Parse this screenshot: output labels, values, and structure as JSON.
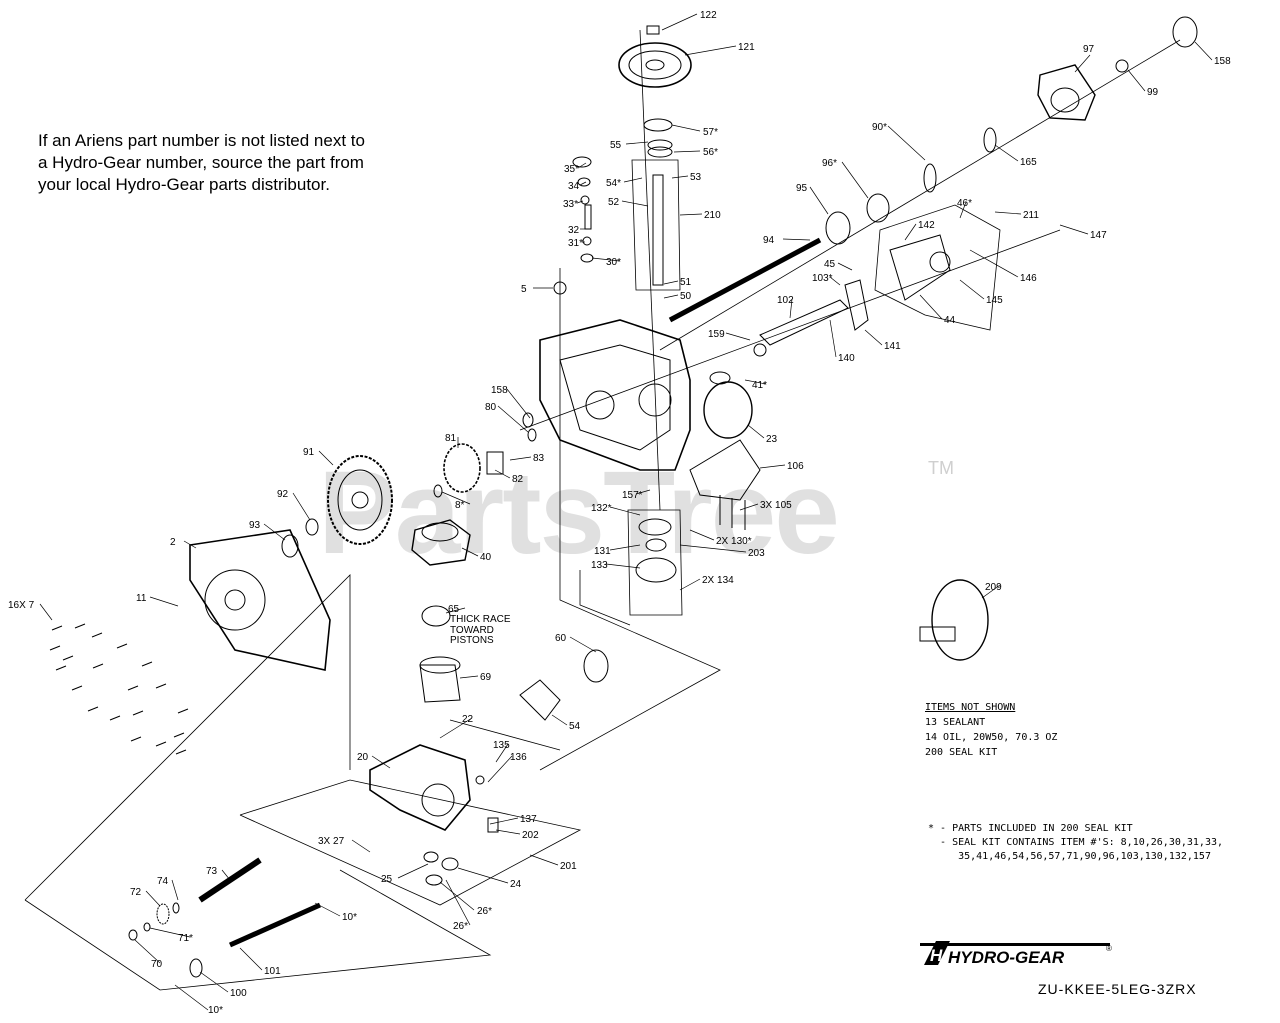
{
  "note": {
    "lines": [
      "If an Ariens part number is not listed next to",
      "a Hydro-Gear number, source the part from",
      "your local Hydro-Gear parts distributor."
    ]
  },
  "watermark": {
    "text": "PartsTree",
    "tm": "TM"
  },
  "items_not_shown": {
    "header": "ITEMS NOT SHOWN",
    "items": [
      "13 SEALANT",
      "14 OIL, 20W50, 70.3 OZ",
      "200 SEAL KIT"
    ]
  },
  "legend": {
    "lines": [
      "* - PARTS INCLUDED IN 200 SEAL KIT",
      "  - SEAL KIT CONTAINS ITEM #'S: 8,10,26,30,31,33,",
      "     35,41,46,54,56,57,71,90,96,103,130,132,157"
    ]
  },
  "brand": {
    "logo_letter": "H",
    "logo_text": "HYDRO-GEAR",
    "reg": "®"
  },
  "model_code": "ZU-KKEE-5LEG-3ZRX",
  "callouts": [
    {
      "label": "122"
    },
    {
      "label": "121"
    },
    {
      "label": "57*"
    },
    {
      "label": "55"
    },
    {
      "label": "56*"
    },
    {
      "label": "35*"
    },
    {
      "label": "34"
    },
    {
      "label": "33*"
    },
    {
      "label": "54*"
    },
    {
      "label": "53"
    },
    {
      "label": "52"
    },
    {
      "label": "210"
    },
    {
      "label": "32"
    },
    {
      "label": "31*"
    },
    {
      "label": "30*"
    },
    {
      "label": "5"
    },
    {
      "label": "51"
    },
    {
      "label": "50"
    },
    {
      "label": "97"
    },
    {
      "label": "158"
    },
    {
      "label": "99"
    },
    {
      "label": "90*"
    },
    {
      "label": "165"
    },
    {
      "label": "96*"
    },
    {
      "label": "95"
    },
    {
      "label": "94"
    },
    {
      "label": "142"
    },
    {
      "label": "46*"
    },
    {
      "label": "211"
    },
    {
      "label": "147"
    },
    {
      "label": "45"
    },
    {
      "label": "103*"
    },
    {
      "label": "146"
    },
    {
      "label": "145"
    },
    {
      "label": "102"
    },
    {
      "label": "44"
    },
    {
      "label": "159"
    },
    {
      "label": "141"
    },
    {
      "label": "140"
    },
    {
      "label": "41*"
    },
    {
      "label": "23"
    },
    {
      "label": "158"
    },
    {
      "label": "80"
    },
    {
      "label": "81"
    },
    {
      "label": "83"
    },
    {
      "label": "82"
    },
    {
      "label": "106"
    },
    {
      "label": "91"
    },
    {
      "label": "92"
    },
    {
      "label": "8*"
    },
    {
      "label": "93"
    },
    {
      "label": "157*"
    },
    {
      "label": "3X 105"
    },
    {
      "label": "132*"
    },
    {
      "label": "2X 130*"
    },
    {
      "label": "2"
    },
    {
      "label": "40"
    },
    {
      "label": "131"
    },
    {
      "label": "203"
    },
    {
      "label": "133"
    },
    {
      "label": "2X 134"
    },
    {
      "label": "11"
    },
    {
      "label": "16X 7"
    },
    {
      "label": "209"
    },
    {
      "label": "65"
    },
    {
      "label": "THICK RACE"
    },
    {
      "label": "TOWARD"
    },
    {
      "label": "PISTONS"
    },
    {
      "label": "60"
    },
    {
      "label": "69"
    },
    {
      "label": "54"
    },
    {
      "label": "22"
    },
    {
      "label": "20"
    },
    {
      "label": "135"
    },
    {
      "label": "136"
    },
    {
      "label": "137"
    },
    {
      "label": "202"
    },
    {
      "label": "3X 27"
    },
    {
      "label": "201"
    },
    {
      "label": "25"
    },
    {
      "label": "24"
    },
    {
      "label": "73"
    },
    {
      "label": "26*"
    },
    {
      "label": "72"
    },
    {
      "label": "74"
    },
    {
      "label": "26*"
    },
    {
      "label": "10*"
    },
    {
      "label": "71*"
    },
    {
      "label": "70"
    },
    {
      "label": "101"
    },
    {
      "label": "100"
    },
    {
      "label": "10*"
    }
  ]
}
